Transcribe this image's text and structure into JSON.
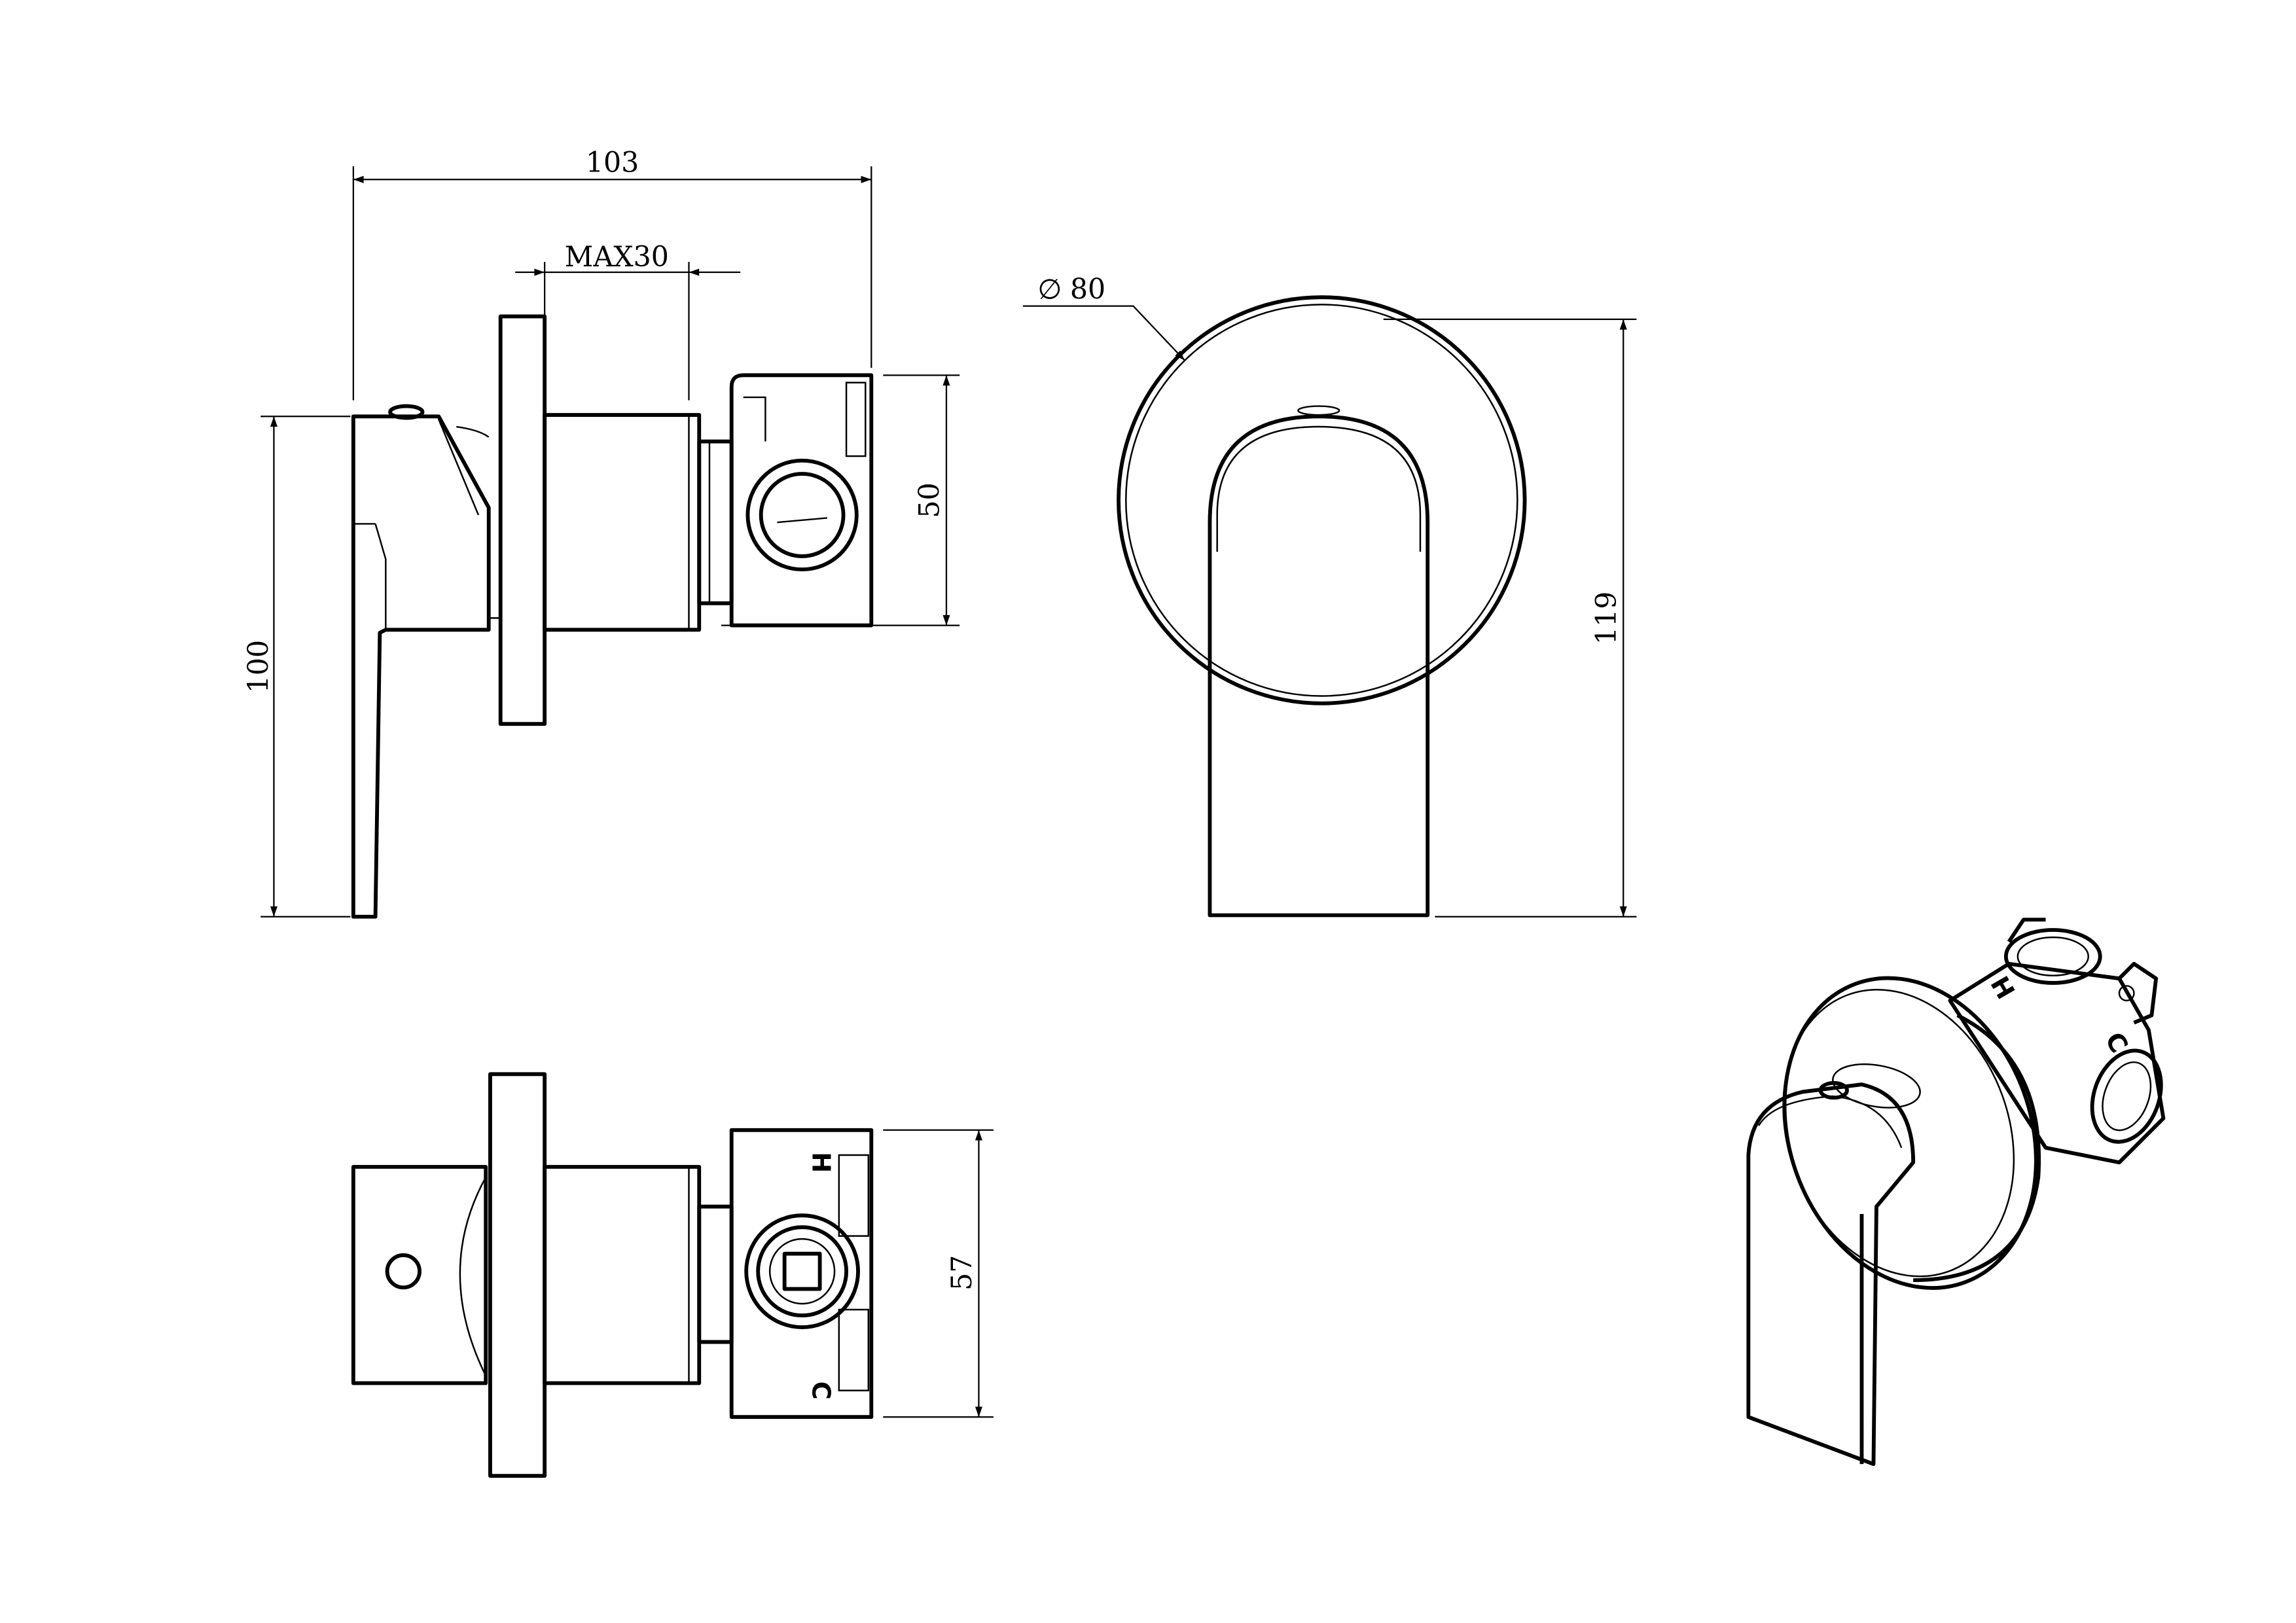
{
  "side_view": {
    "overall_length": "103",
    "max_wall_depth": "MAX30",
    "overall_height": "100",
    "valve_height": "50"
  },
  "front_view": {
    "plate_diameter": "80",
    "diameter_symbol": "∅",
    "overall_height": "119"
  },
  "top_view": {
    "valve_width": "57",
    "hot_label": "H",
    "cold_label": "C"
  },
  "isometric_view": {
    "hot_label": "H",
    "cold_label": "C"
  }
}
